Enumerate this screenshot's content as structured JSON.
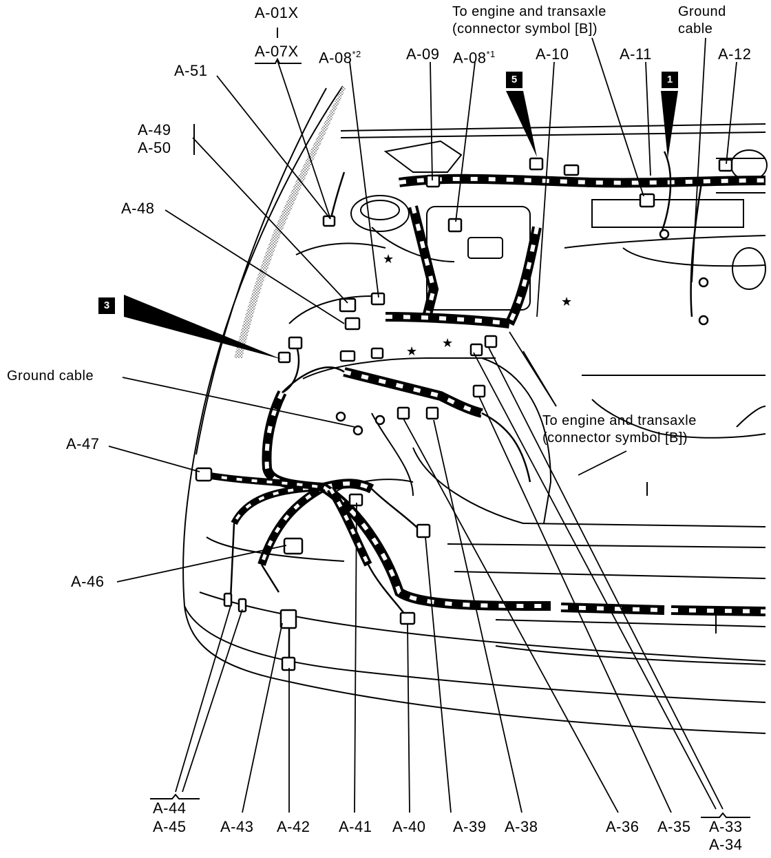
{
  "callouts": {
    "a01x": "A-01X",
    "a07x": "A-07X",
    "a08_2": "A-08",
    "a08_2_sup": "*2",
    "a09": "A-09",
    "a08_1": "A-08",
    "a08_1_sup": "*1",
    "a10": "A-10",
    "a11": "A-11",
    "a12": "A-12",
    "a51": "A-51",
    "a49": "A-49",
    "a50": "A-50",
    "a48": "A-48",
    "a47": "A-47",
    "a46": "A-46",
    "a44": "A-44",
    "a45": "A-45",
    "a43": "A-43",
    "a42": "A-42",
    "a41": "A-41",
    "a40": "A-40",
    "a39": "A-39",
    "a38": "A-38",
    "a36": "A-36",
    "a35": "A-35",
    "a33": "A-33",
    "a34": "A-34"
  },
  "notes": {
    "top_engine_line1": "To engine and transaxle",
    "top_engine_line2": "(connector symbol [B])",
    "mid_engine_line1": "To engine and transaxle",
    "mid_engine_line2": "(connector symbol [B])",
    "ground_top_line1": "Ground",
    "ground_top_line2": "cable",
    "ground_left": "Ground cable"
  },
  "badges": {
    "b1": "1",
    "b3": "3",
    "b5": "5"
  },
  "colors": {
    "ink": "#000000",
    "paper": "#ffffff",
    "fender_shade": "#bcbcbc"
  }
}
